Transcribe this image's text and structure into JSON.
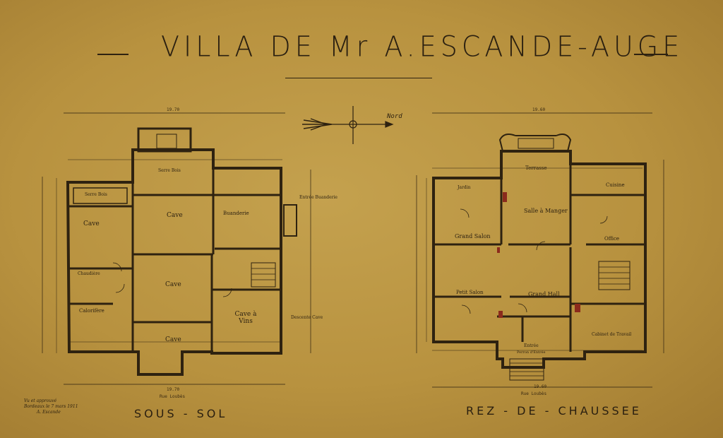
{
  "title": "VILLA DE Mr A.ESCANDE-AUGE",
  "north_label": "Nord",
  "plans": {
    "basement": {
      "caption": "SOUS - SOL",
      "width_top": "19.70",
      "width_bottom": "19.70",
      "street": "Rue Loubès",
      "rooms": {
        "bois": "Serre Bois",
        "serre_bois": "Serre Bois",
        "cave_top": "Cave",
        "buanderie": "Buanderie",
        "cave_left": "Cave",
        "chaudiere": "Chaudière",
        "calorifere": "Calorifère",
        "cave_mid": "Cave",
        "cave_vins": "Cave à Vins",
        "cave_bottom": "Cave",
        "entree_buanderie": "Entrée Buanderie",
        "descente_cave": "Descente Cave"
      }
    },
    "ground": {
      "caption": "REZ - DE - CHAUSSEE",
      "width_top": "19.60",
      "width_bottom": "19.60",
      "street": "Rue Loubès",
      "rooms": {
        "terrasse": "Terrasse",
        "cuisine": "Cuisine",
        "jardin": "Jardin",
        "salle_manger": "Salle à Manger",
        "grand_salon": "Grand Salon",
        "office": "Office",
        "petit_salon": "Petit Salon",
        "grand_hall": "Grand Hall",
        "cabinet": "Cabinet de Travail",
        "entree": "Entrée",
        "perron": "Perron d'Entrée"
      }
    }
  },
  "signature": [
    "Vu et approuvé",
    "Bordeaux le 7 mars 1911",
    "A. Escande"
  ],
  "colors": {
    "paper": "#b8923f",
    "ink": "#2e2210",
    "accent": "#8b2a1c"
  }
}
